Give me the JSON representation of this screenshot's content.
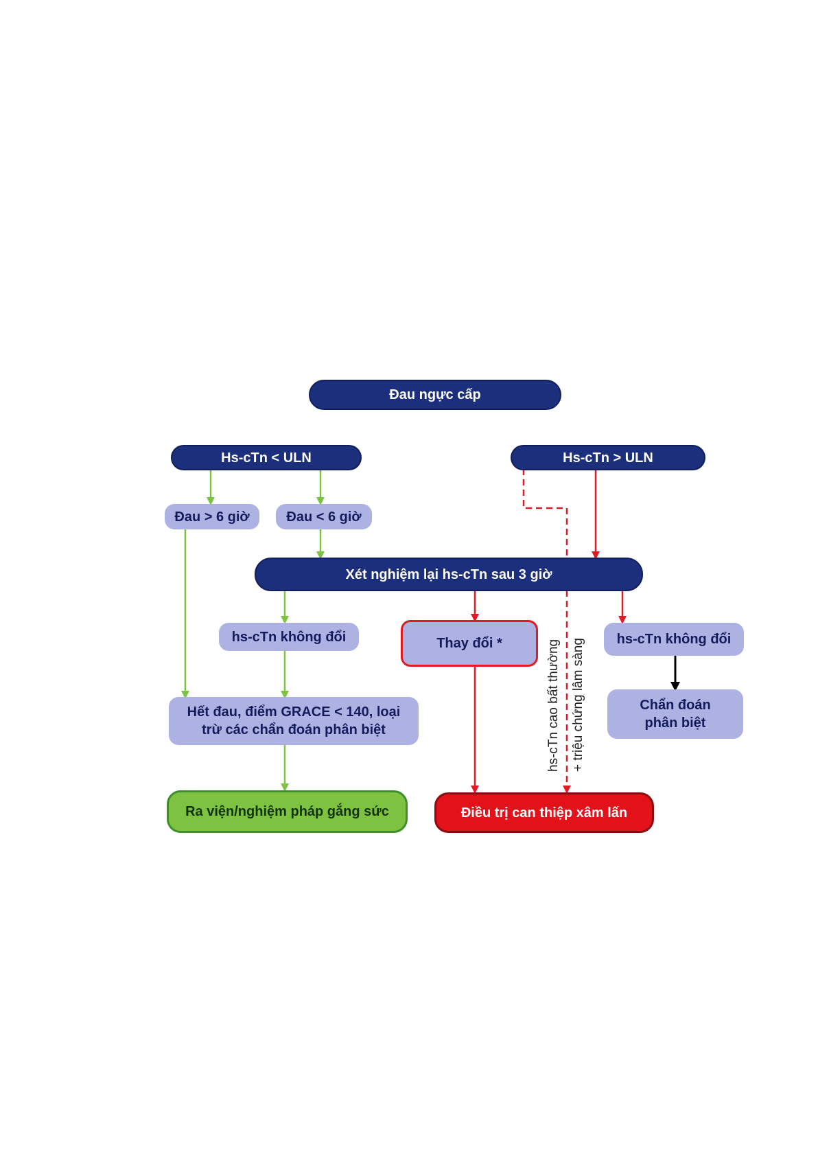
{
  "nodes": {
    "start": "Đau ngực cấp",
    "low": "Hs-cTn < ULN",
    "high": "Hs-cTn > ULN",
    "pain_over_6": "Đau > 6 giờ",
    "pain_under_6": "Đau < 6 giờ",
    "retest": "Xét nghiệm lại hs-cTn sau 3 giờ",
    "unchanged_left": "hs-cTn không đổi",
    "changed": "Thay đổi *",
    "unchanged_right": "hs-cTn không đổi",
    "differential": "Chẩn đoán phân biệt",
    "grace": "Hết đau, điểm GRACE < 140, loại trừ các chẩn đoán phân biệt",
    "discharge": "Ra viện/nghiệm pháp gắng sức",
    "invasive": "Điều trị can thiệp xâm lấn"
  },
  "dashed_path_label": {
    "line1": "hs-cTn cao bất thường",
    "line2": "+ triệu chứng lâm sàng"
  },
  "colors": {
    "navy": "#1b2f7c",
    "lavender": "#aeb2e2",
    "green_arrow": "#7dc241",
    "red_arrow": "#e01b24",
    "black_arrow": "#000000"
  }
}
